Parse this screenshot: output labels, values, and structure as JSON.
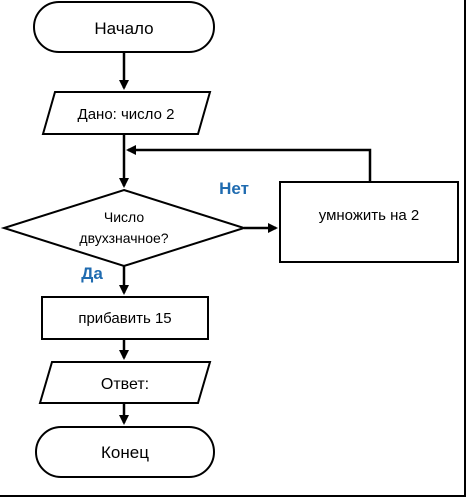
{
  "flowchart": {
    "start": "Начало",
    "input": "Дано: число 2",
    "condition_line1": "Число",
    "condition_line2": "двухзначное?",
    "no_label": "Нет",
    "yes_label": "Да",
    "multiply": "умножить на 2",
    "add": "прибавить 15",
    "output": "Ответ:",
    "end": "Конец"
  },
  "colors": {
    "branch_label": "#1f6bb0",
    "stroke": "#000000"
  }
}
